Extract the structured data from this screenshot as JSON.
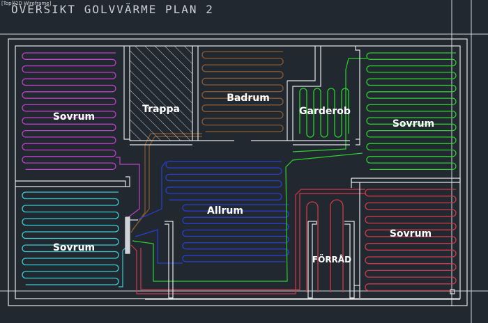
{
  "viewport": {
    "label": "[Top][2D Wireframe]"
  },
  "drawing": {
    "title": "ÖVERSIKT GOLVVÄRME PLAN 2"
  },
  "colors": {
    "background": "#212830",
    "walls": "#e6e6e6",
    "wall_gray": "#9aa0a6",
    "hatch": "#cfd6dc",
    "circuit_magenta": "#c040c8",
    "circuit_cyan": "#3fc9d1",
    "circuit_orange": "#8a5a32",
    "circuit_green": "#2fcf2f",
    "circuit_blue": "#2a3fcf",
    "circuit_red": "#d23a4a",
    "label_text": "#ffffff"
  },
  "rooms": [
    {
      "id": "sovrum-nw",
      "label": "Sovrum"
    },
    {
      "id": "trappa",
      "label": "Trappa"
    },
    {
      "id": "badrum",
      "label": "Badrum"
    },
    {
      "id": "garderob",
      "label": "Garderob"
    },
    {
      "id": "sovrum-ne",
      "label": "Sovrum"
    },
    {
      "id": "sovrum-sw",
      "label": "Sovrum"
    },
    {
      "id": "allrum",
      "label": "Allrum"
    },
    {
      "id": "forrad",
      "label": "FÖRRÅD"
    },
    {
      "id": "sovrum-se",
      "label": "Sovrum"
    }
  ]
}
